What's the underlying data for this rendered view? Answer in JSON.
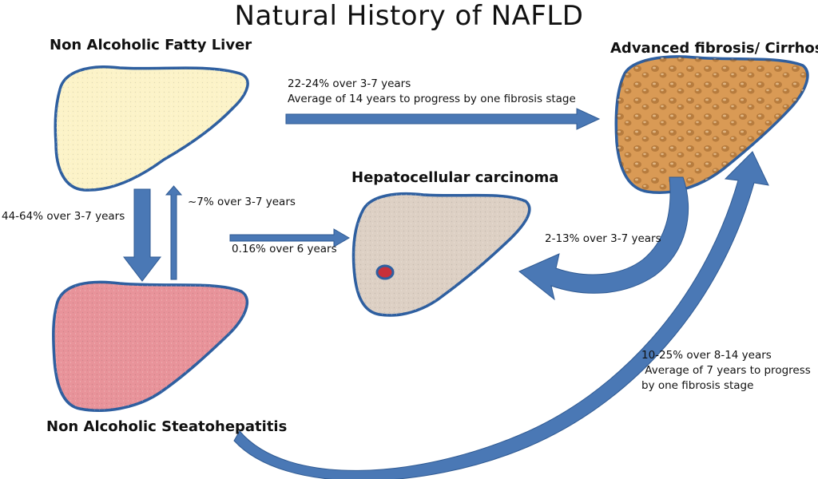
{
  "title": "Natural History of NAFLD",
  "stages": {
    "nafl": "Non Alcoholic Fatty Liver",
    "nash": "Non Alcoholic Steatohepatitis",
    "hcc": "Hepatocellular carcinoma",
    "cirrhosis": "Advanced fibrosis/ Cirrhosis"
  },
  "transitions": {
    "nafl_to_cirrhosis": [
      "22-24% over 3-7 years",
      "Average of 14 years to progress by one fibrosis stage"
    ],
    "nafl_to_nash": "44-64% over 3-7 years",
    "nash_to_nafl": "~7% over 3-7 years",
    "nash_to_hcc": "0.16% over 6 years",
    "cirrhosis_to_hcc": "2-13% over 3-7 years",
    "nash_to_cirrhosis": [
      "10-25% over 8-14 years",
      " Average of 7 years to progress",
      "by one fibrosis stage"
    ]
  },
  "colors": {
    "arrow": "#4a78b5",
    "arrow_edge": "#2f5a93",
    "liver_outline": "#2e5fa0",
    "nafl_fill": "#fcf3c8",
    "nash_fill": "#e8939a",
    "hcc_fill": "#ddd0c4",
    "cirrhosis_fill": "#d99a55",
    "tumor": "#c8303a"
  }
}
